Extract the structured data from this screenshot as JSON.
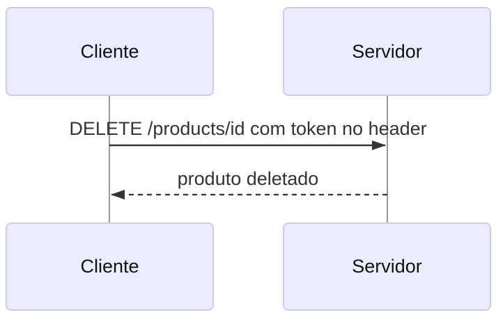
{
  "diagram": {
    "type": "sequence",
    "actors": [
      {
        "id": "cliente",
        "label": "Cliente"
      },
      {
        "id": "servidor",
        "label": "Servidor"
      }
    ],
    "messages": [
      {
        "from": "cliente",
        "to": "servidor",
        "text": "DELETE /products/id com token no header",
        "line_style": "solid",
        "arrow_direction": "right"
      },
      {
        "from": "servidor",
        "to": "cliente",
        "text": "produto deletado",
        "line_style": "dashed",
        "arrow_direction": "left"
      }
    ],
    "colors": {
      "background": "#FFFFFF",
      "actor_fill": "#ECECFF",
      "actor_border": "#CBCBF0",
      "lifeline": "#999999",
      "message_line": "#333333",
      "message_text": "#333333",
      "actor_text": "#111111"
    }
  }
}
